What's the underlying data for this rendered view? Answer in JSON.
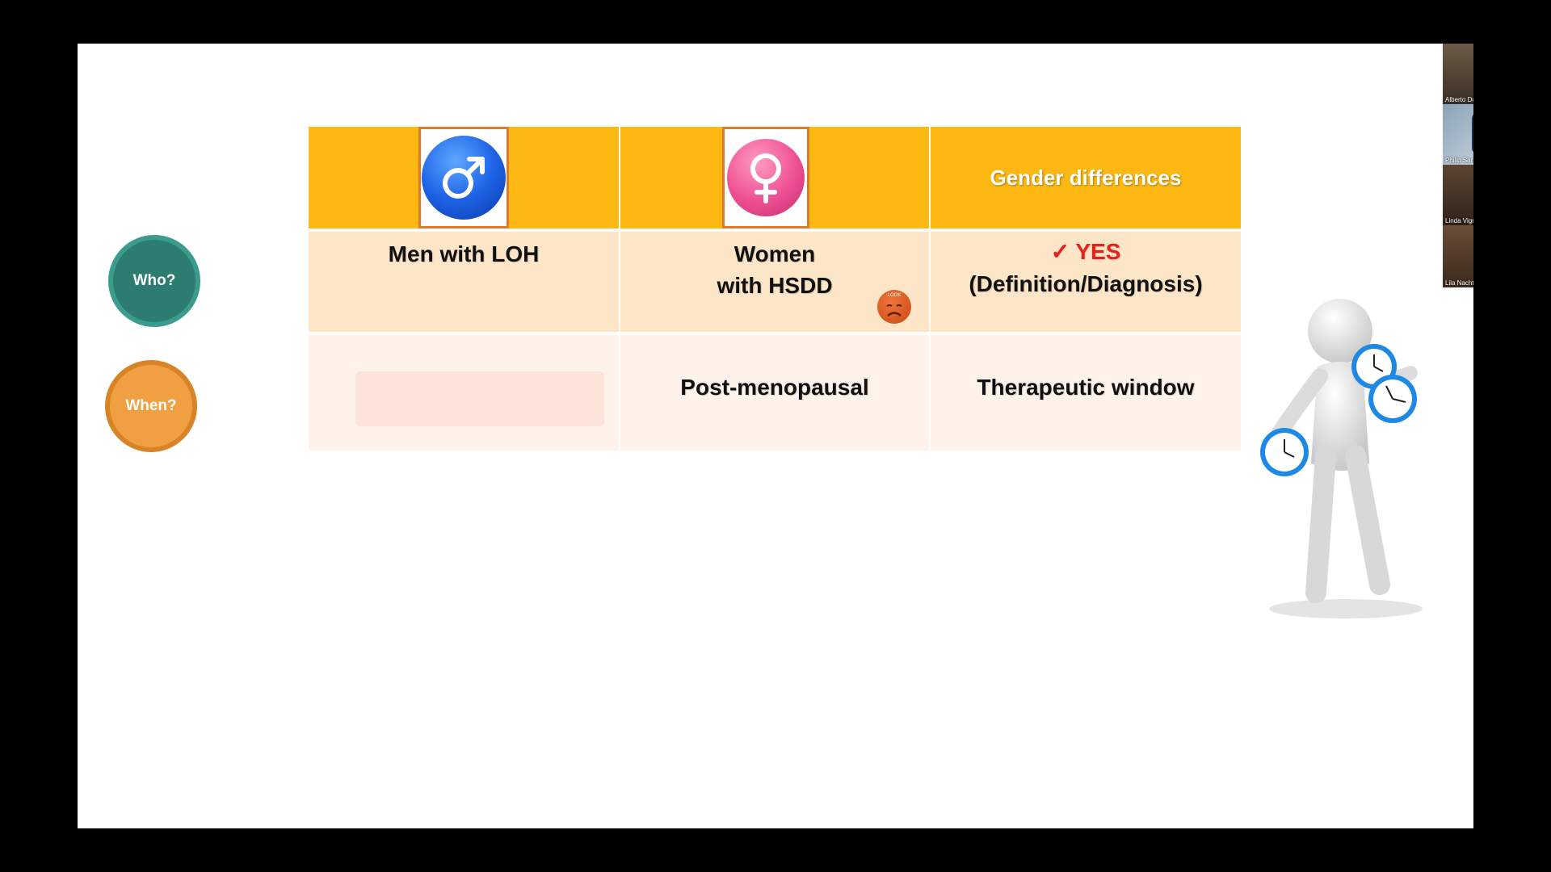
{
  "slide": {
    "side_labels": {
      "who": "Who?",
      "when": "When?"
    },
    "table": {
      "header": {
        "col3": "Gender differences",
        "col1_icon": "male-symbol-icon",
        "col2_icon": "female-symbol-icon"
      },
      "row_who": {
        "col1": "Men with LOH",
        "col2_line1": "Women",
        "col2_line2": "with HSDD",
        "col3_check": "✓",
        "col3_yes": "YES",
        "col3_detail": "(Definition/Diagnosis)"
      },
      "row_when": {
        "col2": "Post-menopausal",
        "col3": "Therapeutic window"
      }
    }
  },
  "participants": [
    {
      "name": "Alberto Domínguez-bali"
    },
    {
      "name": "Philip Sarrel, M.D."
    },
    {
      "name": "Linda Vignozzi, PhD"
    },
    {
      "name": "Lila Nachtigall, M.D."
    }
  ],
  "colors": {
    "header": "#FDB813",
    "row1": "#FDE6C8",
    "row2": "#FEF2EA",
    "who": "#2C7D70",
    "when": "#F0A043",
    "yes": "#E8201B"
  }
}
